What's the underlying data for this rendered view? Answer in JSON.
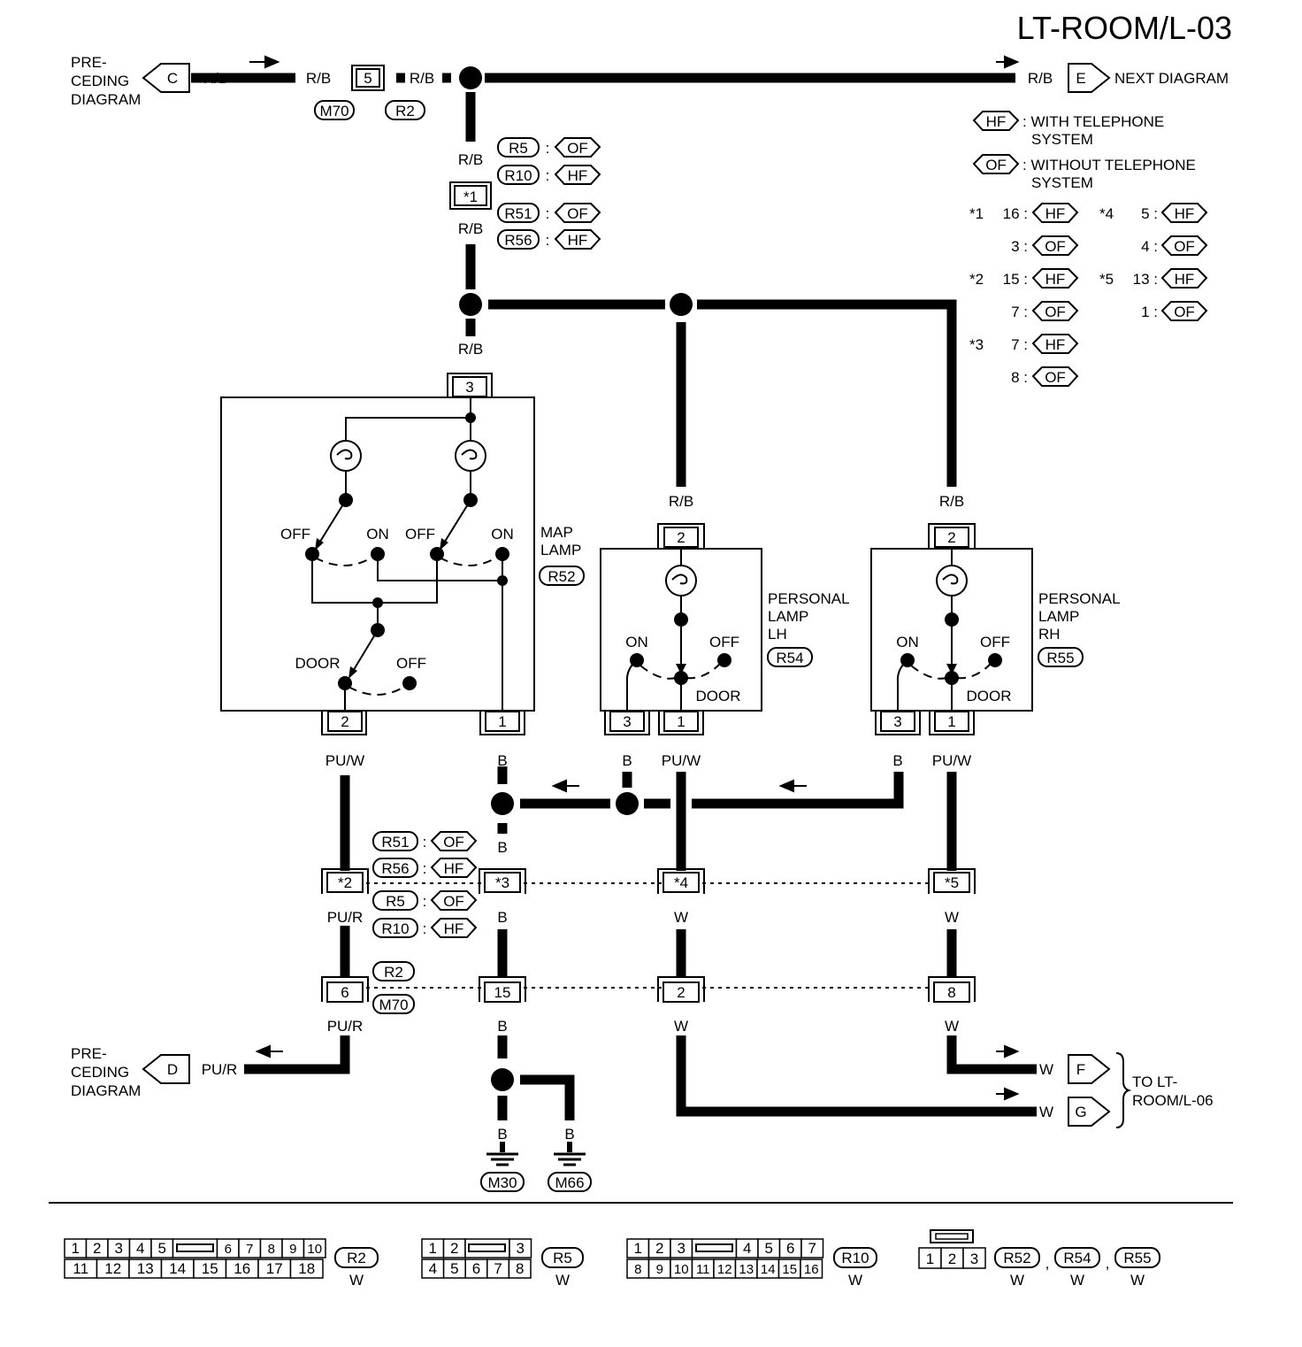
{
  "title": "LT-ROOM/L-03",
  "offpage": {
    "c_label": "PRE-\nCEDING\nDIAGRAM",
    "c_letter": "C",
    "d_label": "PRE-\nCEDING\nDIAGRAM",
    "d_letter": "D",
    "e_letter": "E",
    "e_label": "NEXT DIAGRAM",
    "f_letter": "F",
    "g_letter": "G",
    "to_label": "TO LT-\nROOM/L-06"
  },
  "legend": {
    "hf_code": "HF",
    "hf_desc": ": WITH TELEPHONE\nSYSTEM",
    "of_code": "OF",
    "of_desc": ": WITHOUT TELEPHONE\nSYSTEM",
    "rows": [
      {
        "star": "*1",
        "pin": "16 :",
        "code": "HF"
      },
      {
        "star": "",
        "pin": "3 :",
        "code": "OF"
      },
      {
        "star": "*2",
        "pin": "15 :",
        "code": "HF"
      },
      {
        "star": "",
        "pin": "7 :",
        "code": "OF"
      },
      {
        "star": "*3",
        "pin": "7 :",
        "code": "HF"
      },
      {
        "star": "",
        "pin": "8 :",
        "code": "OF"
      }
    ],
    "rows2": [
      {
        "star": "*4",
        "pin": "5 :",
        "code": "HF"
      },
      {
        "star": "",
        "pin": "4 :",
        "code": "OF"
      },
      {
        "star": "*5",
        "pin": "13 :",
        "code": "HF"
      },
      {
        "star": "",
        "pin": "1 :",
        "code": "OF"
      }
    ]
  },
  "wires": {
    "rb": "R/B",
    "puw": "PU/W",
    "pur": "PU/R",
    "b": "B",
    "w": "W"
  },
  "connectors": {
    "m70": "M70",
    "r2": "R2",
    "r5": "R5",
    "r10": "R10",
    "r51": "R51",
    "r56": "R56",
    "r52": "R52",
    "r54": "R54",
    "r55": "R55",
    "m30": "M30",
    "m66": "M66",
    "hf": "HF",
    "of": "OF",
    "colon": ":"
  },
  "pins": {
    "top_5": "5",
    "star1": "*1",
    "map_3": "3",
    "map_2": "2",
    "map_1": "1",
    "lh_2": "2",
    "lh_3": "3",
    "lh_1": "1",
    "rh_2": "2",
    "rh_3": "3",
    "rh_1": "1",
    "star2": "*2",
    "star3": "*3",
    "star4": "*4",
    "star5": "*5",
    "p6": "6",
    "p15": "15",
    "p2": "2",
    "p8": "8"
  },
  "components": {
    "map_lamp": "MAP\nLAMP",
    "lh": "PERSONAL\nLAMP\nLH",
    "rh": "PERSONAL\nLAMP\nRH",
    "off": "OFF",
    "on": "ON",
    "door": "DOOR"
  },
  "faces": {
    "r2": {
      "top": [
        "1",
        "2",
        "3",
        "4",
        "5",
        "6",
        "7",
        "8",
        "9",
        "10"
      ],
      "bottom": [
        "11",
        "12",
        "13",
        "14",
        "15",
        "16",
        "17",
        "18"
      ],
      "code": "R2",
      "color": "W"
    },
    "r5": {
      "top": [
        "1",
        "2",
        "3"
      ],
      "bottom": [
        "4",
        "5",
        "6",
        "7",
        "8"
      ],
      "code": "R5",
      "color": "W"
    },
    "r10": {
      "top": [
        "1",
        "2",
        "3",
        "4",
        "5",
        "6",
        "7"
      ],
      "bottom": [
        "8",
        "9",
        "10",
        "11",
        "12",
        "13",
        "14",
        "15",
        "16"
      ],
      "code": "R10",
      "color": "W"
    },
    "r52": {
      "top": [
        "1",
        "2",
        "3"
      ],
      "codes": [
        "R52",
        "R54",
        "R55"
      ],
      "color": "W",
      "comma": ","
    }
  }
}
